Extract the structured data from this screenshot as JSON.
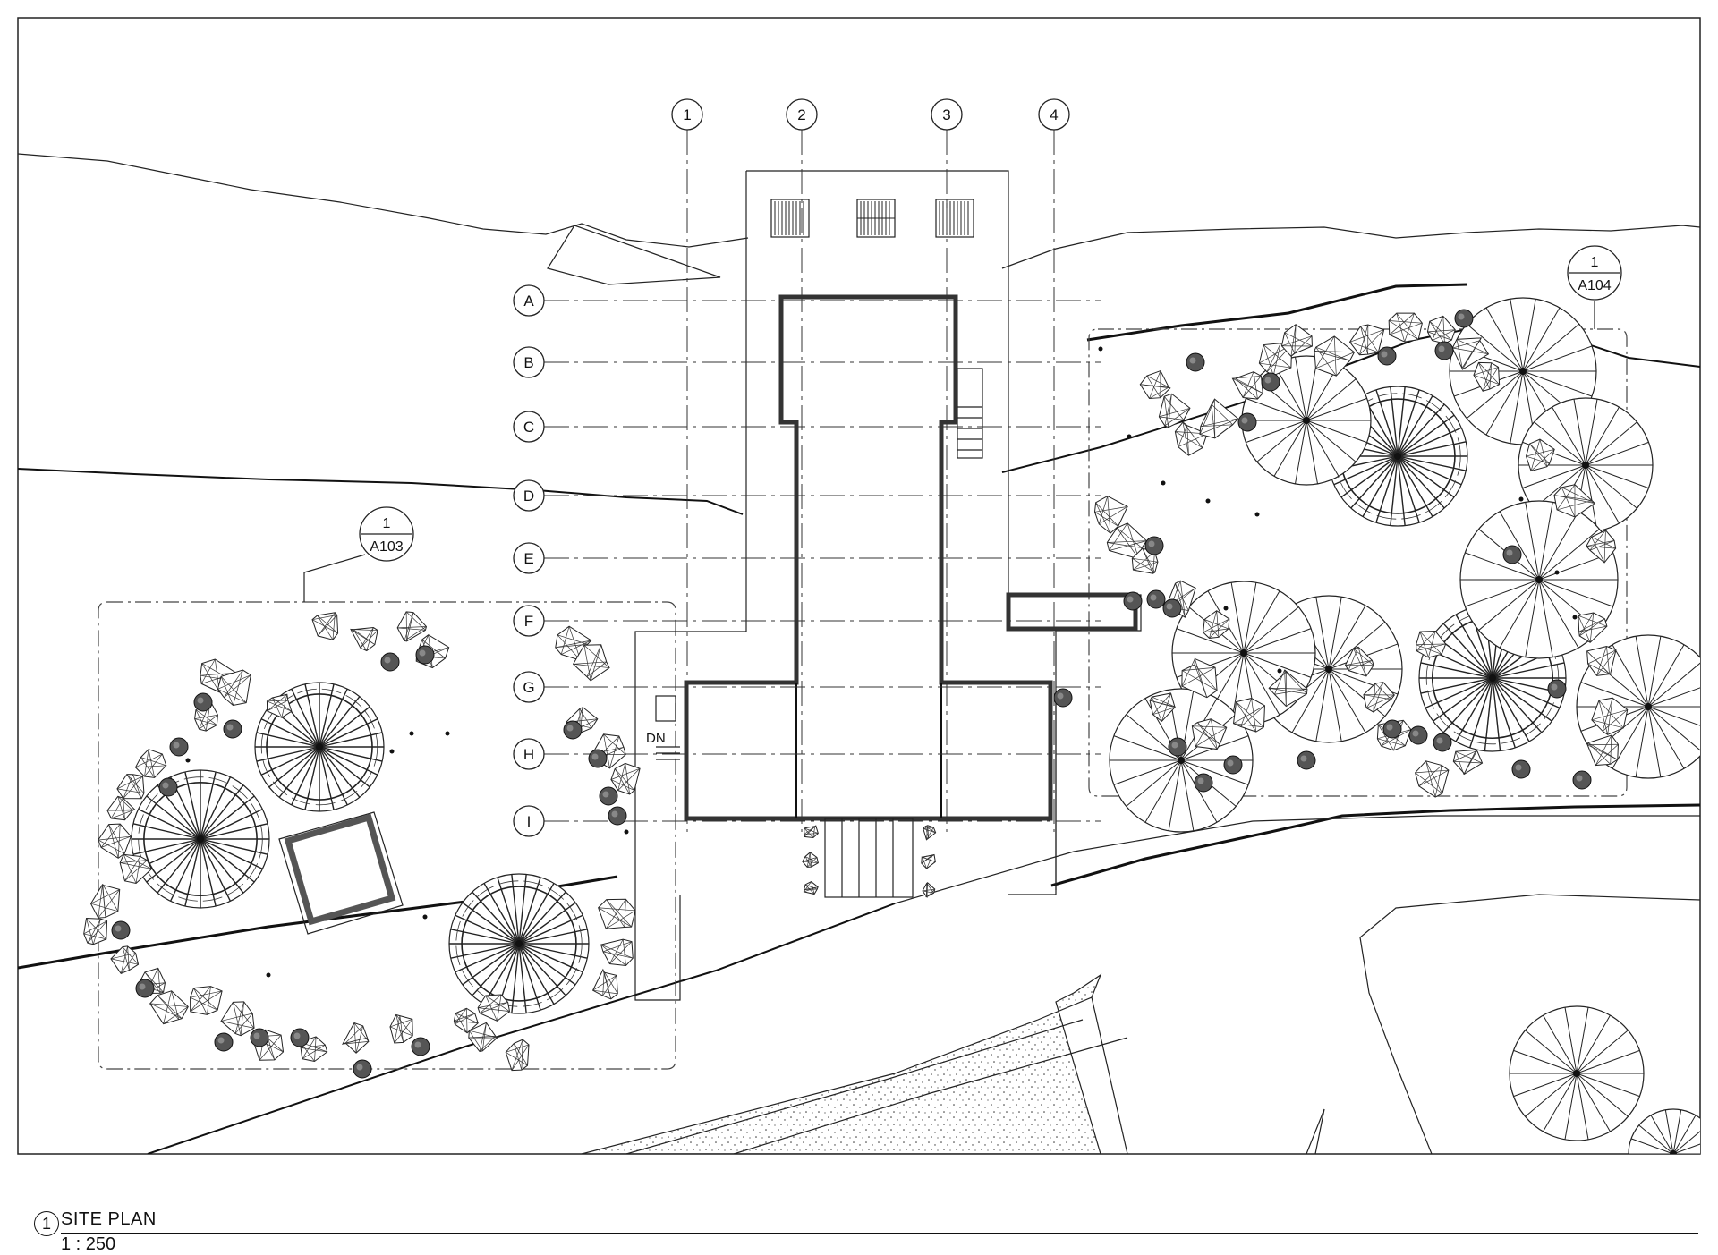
{
  "drawing": {
    "view_number": "1",
    "title": "SITE PLAN",
    "scale": "1 : 250",
    "stair_label": "DN"
  },
  "grid_columns": [
    "1",
    "2",
    "3",
    "4"
  ],
  "grid_rows": [
    "A",
    "B",
    "C",
    "D",
    "E",
    "F",
    "G",
    "H",
    "I"
  ],
  "callouts": [
    {
      "number": "1",
      "sheet": "A103"
    },
    {
      "number": "1",
      "sheet": "A104"
    }
  ]
}
